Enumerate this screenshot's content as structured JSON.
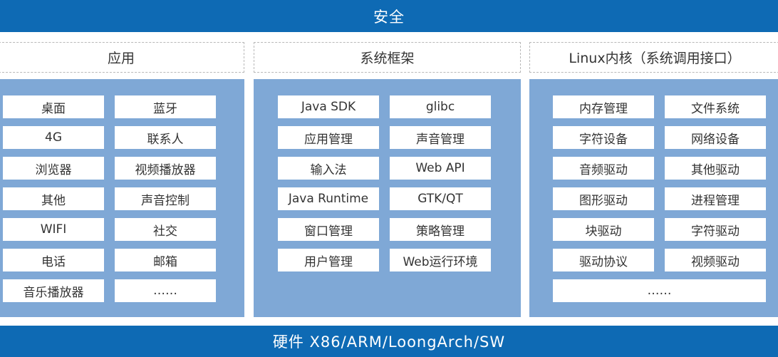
{
  "top_bar": "安全",
  "bottom_bar": "硬件 X86/ARM/LoongArch/SW",
  "columns": [
    {
      "title": "应用",
      "items": [
        "桌面",
        "蓝牙",
        "4G",
        "联系人",
        "浏览器",
        "视频播放器",
        "其他",
        "声音控制",
        "WIFI",
        "社交",
        "电话",
        "邮箱",
        "音乐播放器",
        "……"
      ]
    },
    {
      "title": "系统框架",
      "items": [
        "Java SDK",
        "glibc",
        "应用管理",
        "声音管理",
        "输入法",
        "Web API",
        "Java Runtime",
        "GTK/QT",
        "窗口管理",
        "策略管理",
        "用户管理",
        "Web运行环境"
      ]
    },
    {
      "title": "Linux内核（系统调用接口）",
      "items": [
        "内存管理",
        "文件系统",
        "字符设备",
        "网络设备",
        "音频驱动",
        "其他驱动",
        "图形驱动",
        "进程管理",
        "块驱动",
        "字符驱动",
        "驱动协议",
        "视频驱动",
        "……"
      ]
    }
  ],
  "colors": {
    "bar": "#0e6ab4",
    "panel": "#7fa8d6",
    "cell": "#ffffff"
  }
}
